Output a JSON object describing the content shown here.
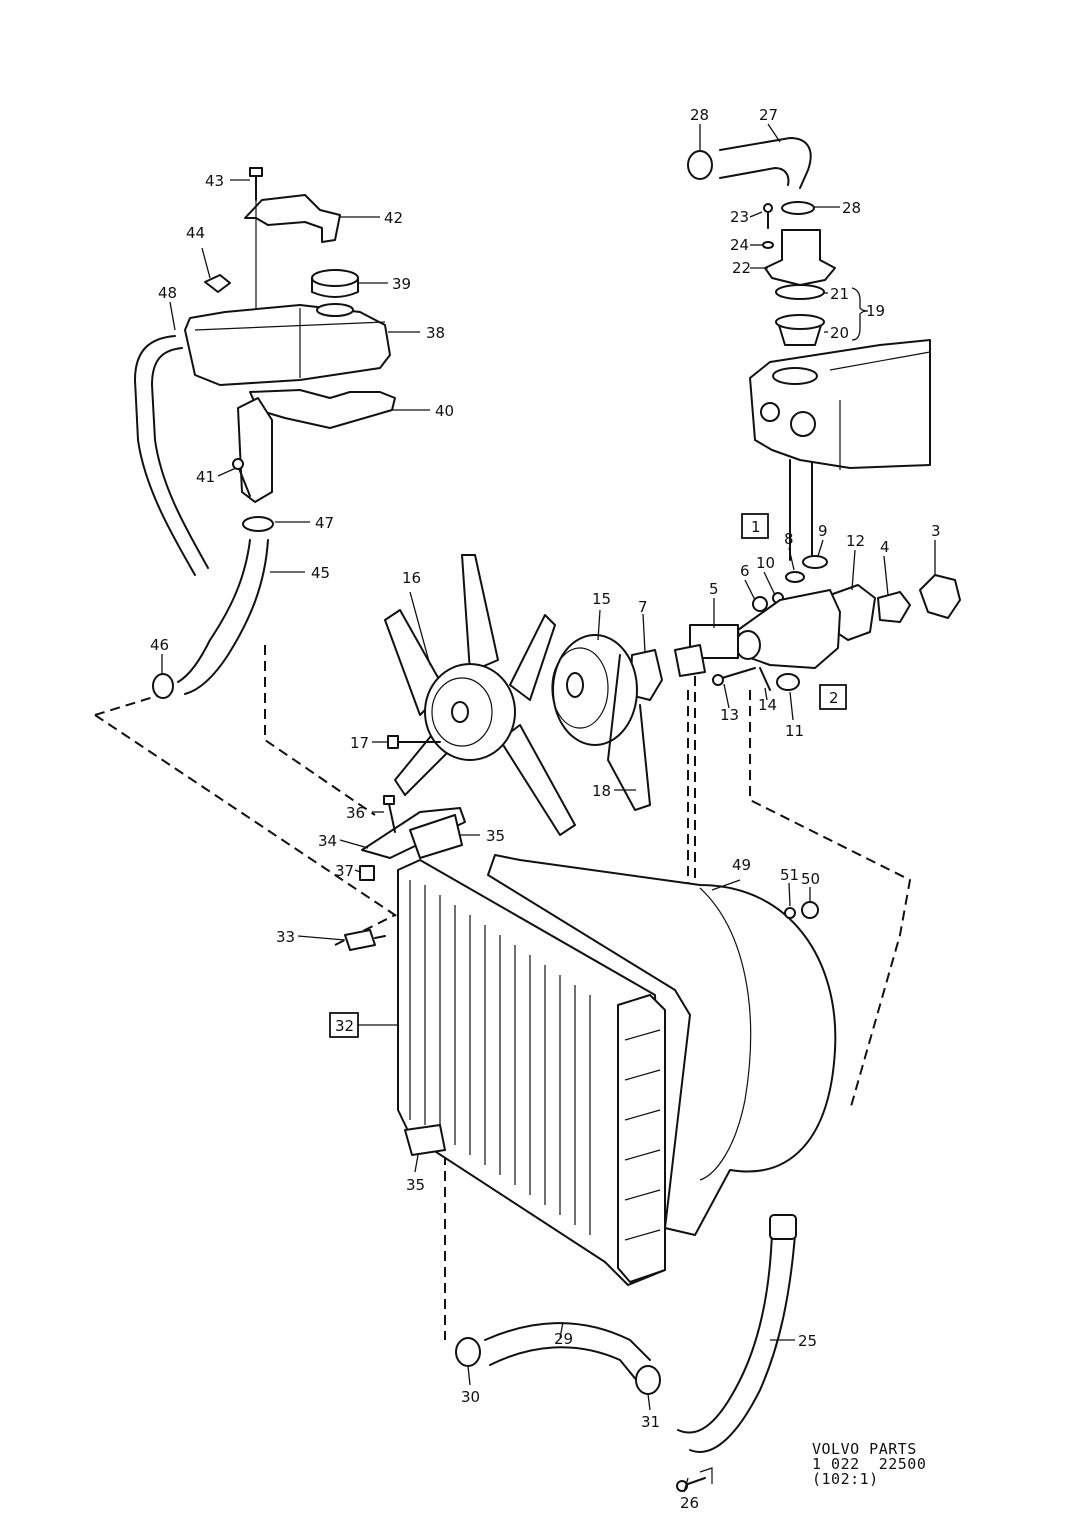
{
  "reference": {
    "line1": "VOLVO PARTS",
    "line2": "1 022  22500",
    "line3": "(102:1)"
  },
  "callouts": [
    "1",
    "2",
    "3",
    "4",
    "5",
    "6",
    "7",
    "8",
    "9",
    "10",
    "11",
    "12",
    "13",
    "14",
    "15",
    "16",
    "17",
    "18",
    "19",
    "20",
    "21",
    "22",
    "23",
    "24",
    "25",
    "26",
    "27",
    "28",
    "29",
    "30",
    "31",
    "32",
    "33",
    "34",
    "35",
    "36",
    "37",
    "38",
    "39",
    "40",
    "41",
    "42",
    "43",
    "44",
    "45",
    "46",
    "47",
    "48",
    "49",
    "50",
    "51"
  ],
  "boxed_callouts": [
    "1",
    "2",
    "32"
  ]
}
